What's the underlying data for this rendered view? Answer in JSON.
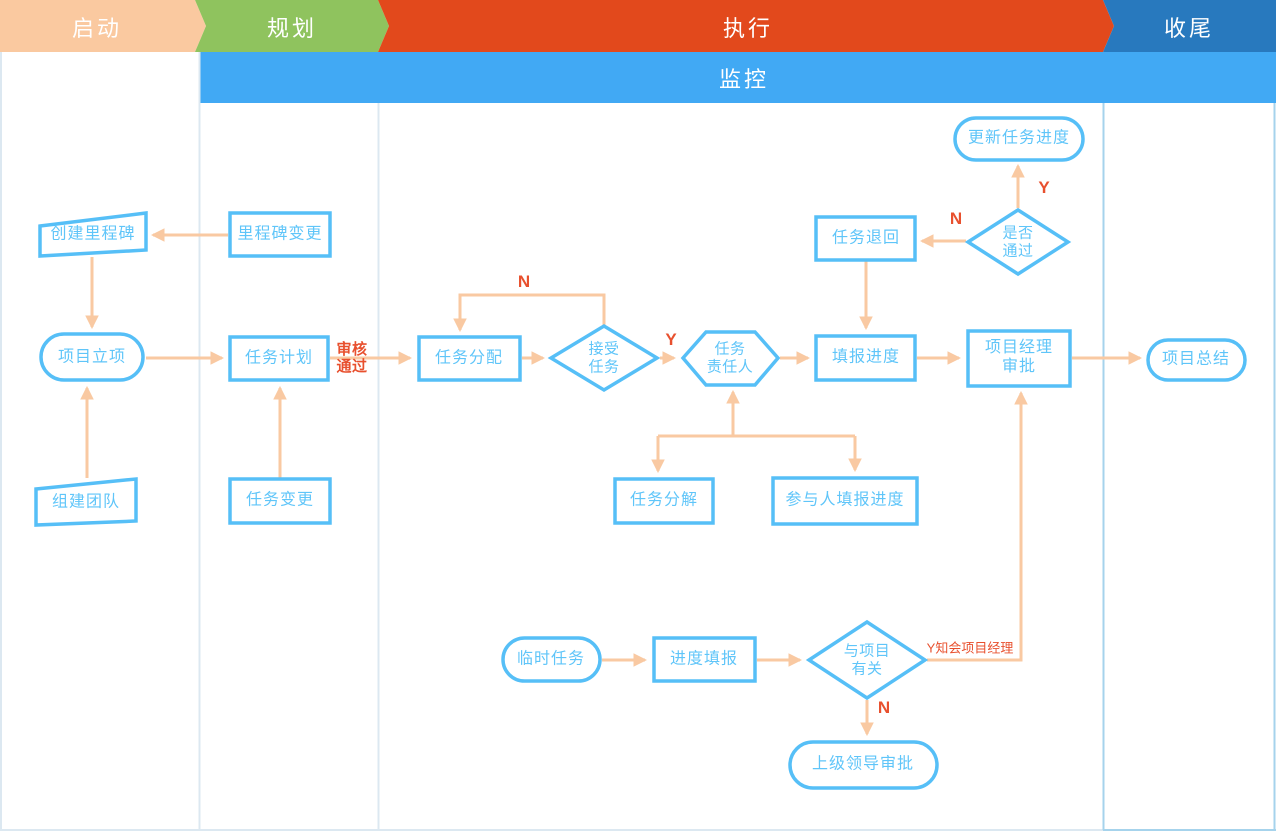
{
  "phases": {
    "qidong": {
      "label": "启动",
      "color": "#fac9a0"
    },
    "guihua": {
      "label": "规划",
      "color": "#8fc35e"
    },
    "zhixing": {
      "label": "执行",
      "color": "#e2491c"
    },
    "shouwei": {
      "label": "收尾",
      "color": "#2879be"
    },
    "jiankong": {
      "label": "监控",
      "color": "#41a9f4"
    }
  },
  "nodes": {
    "create_milestone": {
      "label": "创建里程碑",
      "shape": "card"
    },
    "milestone_change": {
      "label": "里程碑变更",
      "shape": "rect"
    },
    "project_initiation": {
      "label": "项目立项",
      "shape": "stadium"
    },
    "build_team": {
      "label": "组建团队",
      "shape": "card"
    },
    "task_plan": {
      "label": "任务计划",
      "shape": "rect"
    },
    "task_change": {
      "label": "任务变更",
      "shape": "rect"
    },
    "task_assign": {
      "label": "任务分配",
      "shape": "rect"
    },
    "accept_task": {
      "label": "接受\n任务",
      "shape": "diamond"
    },
    "task_owner": {
      "label": "任务\n责任人",
      "shape": "hexagon"
    },
    "fill_progress": {
      "label": "填报进度",
      "shape": "rect"
    },
    "task_return": {
      "label": "任务退回",
      "shape": "rect"
    },
    "pass_or_not": {
      "label": "是否\n通过",
      "shape": "diamond"
    },
    "update_task_progress": {
      "label": "更新任务进度",
      "shape": "stadium"
    },
    "pm_approval": {
      "label": "项目经理\n审批",
      "shape": "rect"
    },
    "project_summary": {
      "label": "项目总结",
      "shape": "stadium"
    },
    "task_decompose": {
      "label": "任务分解",
      "shape": "rect"
    },
    "participant_progress": {
      "label": "参与人填报进度",
      "shape": "rect"
    },
    "temp_task": {
      "label": "临时任务",
      "shape": "stadium"
    },
    "progress_report": {
      "label": "进度填报",
      "shape": "rect"
    },
    "project_related": {
      "label": "与项目\n有关",
      "shape": "diamond"
    },
    "leader_approval": {
      "label": "上级领导审批",
      "shape": "stadium"
    }
  },
  "edge_labels": {
    "review_pass": "审核\n通过",
    "n_accept": "N",
    "y_accept": "Y",
    "n_pass": "N",
    "y_pass": "Y",
    "y_notify_pm": "Y知会项目经理",
    "n_related": "N"
  },
  "colors": {
    "node_border": "#56bff7",
    "node_text": "#5fc5f9",
    "arrow": "#f9c9a2",
    "decision_label": "#e8502e",
    "lane_line_light": "#dce8f1",
    "lane_line_strong": "#a6d3ec",
    "background": "#ffffff"
  }
}
